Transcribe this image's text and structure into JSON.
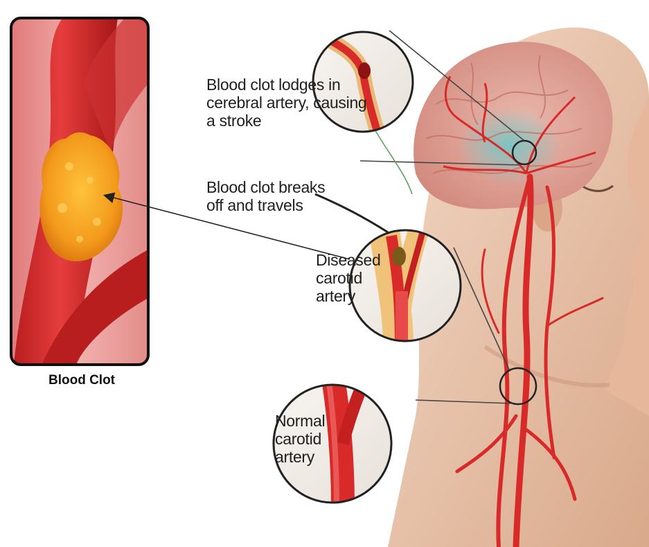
{
  "callouts": {
    "lodges": [
      "Blood clot lodges in",
      "cerebral artery, causing",
      "a stroke"
    ],
    "breaks": [
      "Blood clot breaks",
      "off and travels"
    ],
    "diseased": [
      "Diseased",
      "carotid",
      "artery"
    ],
    "normal": [
      "Normal",
      "carotid",
      "artery"
    ]
  },
  "inset_caption": "Blood Clot",
  "colors": {
    "artery": "#d92a2a",
    "artery_dark": "#a81818",
    "clot": "#f39a1c",
    "stroke_area": "#6fb6b8",
    "skin": "#e9c2a8",
    "plaque": "#f0c27a"
  }
}
